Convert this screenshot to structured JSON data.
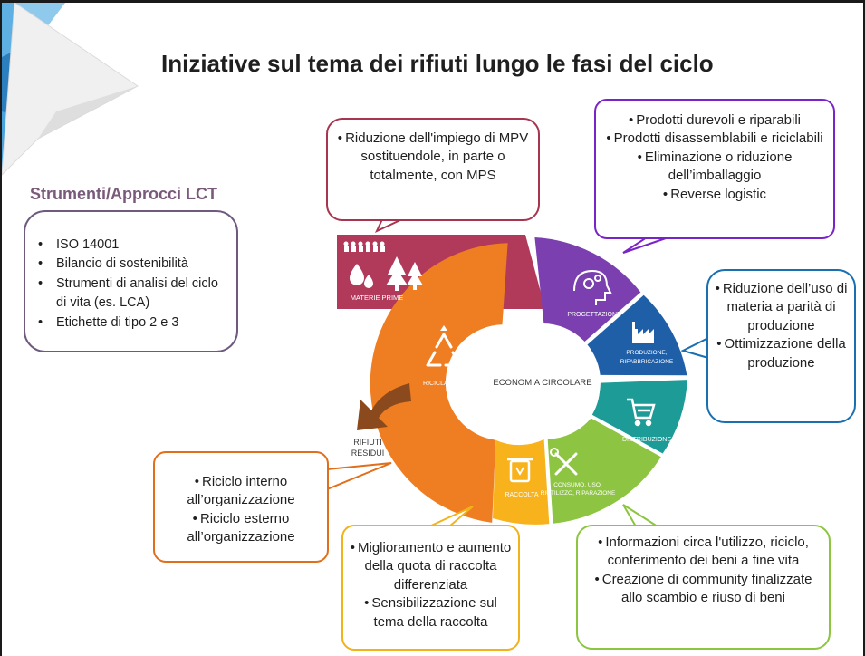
{
  "title": "Iniziative sul tema dei rifiuti lungo le fasi del ciclo",
  "tools": {
    "heading": "Strumenti/Approcci LCT",
    "items": [
      "ISO 14001",
      "Bilancio di sostenibilità",
      "Strumenti di analisi del ciclo di vita (es. LCA)",
      "Etichette di tipo 2 e 3"
    ]
  },
  "wheel": {
    "center_label": "ECONOMIA CIRCOLARE",
    "residual_label_1": "RIFIUTI",
    "residual_label_2": "RESIDUI",
    "segments": {
      "materie_prime": {
        "label": "MATERIE PRIME",
        "color": "#b13a5b"
      },
      "progettazione": {
        "label": "PROGETTAZIONE",
        "color": "#7b3fb0"
      },
      "produzione": {
        "label1": "PRODUZIONE,",
        "label2": "RIFABBRICAZIONE",
        "color": "#1f5fa8"
      },
      "distribuzione": {
        "label": "DISTRIBUZIONE",
        "color": "#1d9b96"
      },
      "consumo": {
        "label1": "CONSUMO, USO,",
        "label2": "RIUTILIZZO, RIPARAZIONE",
        "color": "#8dc441"
      },
      "raccolta": {
        "label": "RACCOLTA",
        "color": "#f7b21c"
      },
      "riciclaggio": {
        "label": "RICICLAGGIO",
        "color": "#ef7d22"
      }
    },
    "arrow_color": "#8a4a1e"
  },
  "bubbles": {
    "materie": {
      "items": [
        "Riduzione dell'impiego di MPV sostituendole, in parte o totalmente, con MPS"
      ],
      "color": "#a8354f"
    },
    "progettazione": {
      "items": [
        "Prodotti durevoli e riparabili",
        "Prodotti disassemblabili e riciclabili",
        "Eliminazione o riduzione dell’imballaggio",
        "Reverse logistic"
      ],
      "color": "#7a23c9"
    },
    "produzione": {
      "items": [
        "Riduzione dell’uso di materia a parità di produzione",
        "Ottimizzazione della produzione"
      ],
      "color": "#1a6fb1"
    },
    "riciclo": {
      "items": [
        "Riciclo interno all’organizzazione",
        "Riciclo esterno all’organizzazione"
      ],
      "color": "#e06f1c"
    },
    "raccolta": {
      "items": [
        "Miglioramento e aumento della quota di raccolta differenziata",
        "Sensibilizzazione sul tema della raccolta"
      ],
      "color": "#f2b21a"
    },
    "consumo": {
      "items": [
        "Informazioni circa l'utilizzo, riciclo, conferimento dei beni a fine vita",
        "Creazione di community finalizzate allo scambio e riuso di beni"
      ],
      "color": "#8cc53f"
    }
  }
}
